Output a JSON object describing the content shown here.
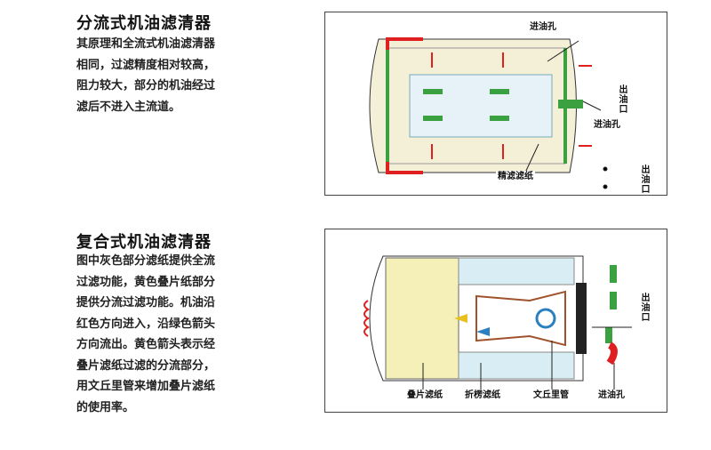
{
  "section1": {
    "title": "分流式机油滤清器",
    "lines": [
      "其原理和全流式机油滤清器",
      "相同，过滤精度相对较高，",
      "阻力较大，部分的机油经过",
      "滤后不进入主流道。"
    ],
    "labels": {
      "inlet_top": "进油孔",
      "outlet_right": "出油口",
      "inlet_right": "进油孔",
      "fine_paper": "精滤滤纸",
      "outlet_bottom": "出油口"
    }
  },
  "section2": {
    "title": "复合式机油滤清器",
    "lines": [
      "图中灰色部分滤纸提供全流",
      "过滤功能，黄色叠片纸部分",
      "提供分流过滤功能。机油沿",
      "红色方向进入，沿绿色箭头",
      "方向流出。黄色箭头表示经",
      "叠片滤纸过滤的分流部分，",
      "用文丘里管来增加叠片滤纸",
      "的使用率。"
    ],
    "labels": {
      "outlet": "出油口",
      "stacked_paper": "叠片滤纸",
      "pleated_paper": "折楞滤纸",
      "venturi": "文丘里管",
      "inlet": "进油孔"
    }
  },
  "colors": {
    "red": "#e02020",
    "green": "#3aa040",
    "filter": "#f4f0d8",
    "blue": "#2a7fc0"
  }
}
